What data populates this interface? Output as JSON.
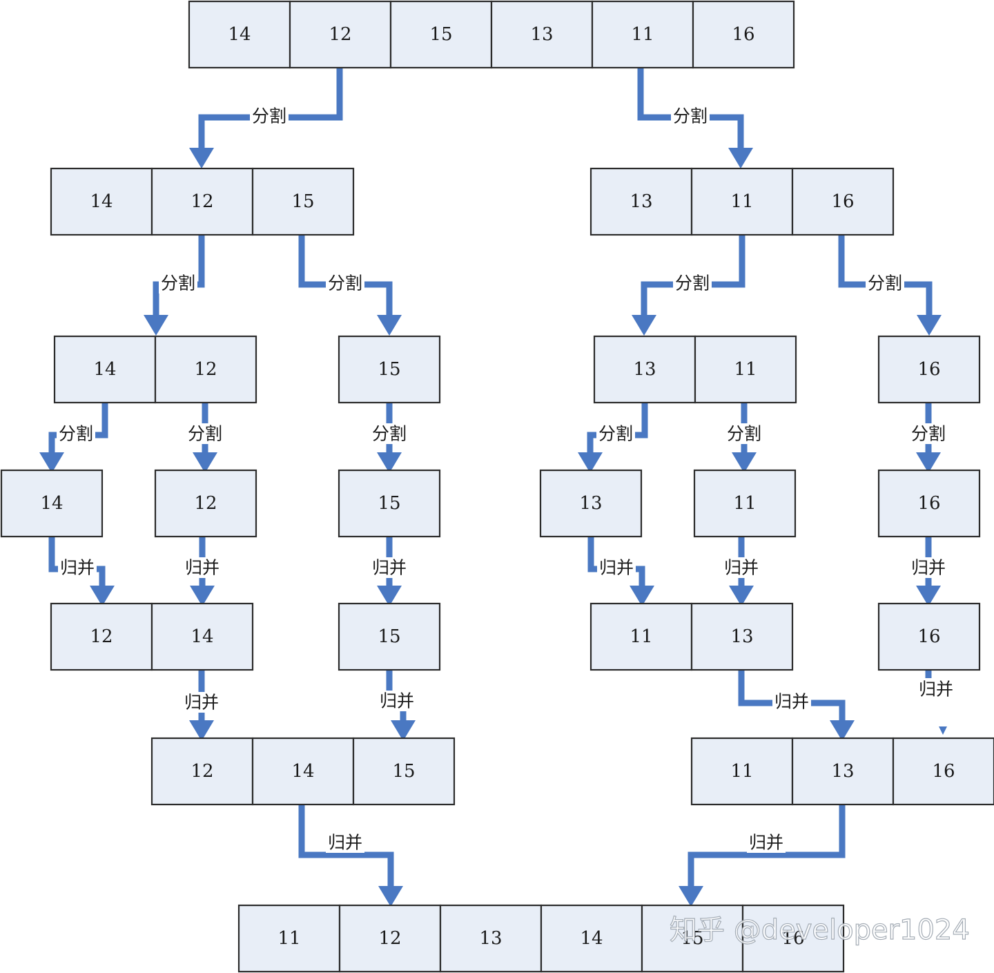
{
  "labels": {
    "split": "分割",
    "merge": "归并"
  },
  "colors": {
    "cell_fill": "#e8eef7",
    "cell_border": "#2b2b2b",
    "arrow": "#4a78c2"
  },
  "watermark": "知乎 @developer1024",
  "rows": [
    {
      "id": "level-0-split",
      "groups": [
        [
          "14",
          "12",
          "15",
          "13",
          "11",
          "16"
        ]
      ]
    },
    {
      "id": "level-1-split",
      "groups": [
        [
          "14",
          "12",
          "15"
        ],
        [
          "13",
          "11",
          "16"
        ]
      ]
    },
    {
      "id": "level-2-split",
      "groups": [
        [
          "14",
          "12"
        ],
        [
          "15"
        ],
        [
          "13",
          "11"
        ],
        [
          "16"
        ]
      ]
    },
    {
      "id": "level-3-single",
      "groups": [
        [
          "14"
        ],
        [
          "12"
        ],
        [
          "15"
        ],
        [
          "13"
        ],
        [
          "11"
        ],
        [
          "16"
        ]
      ]
    },
    {
      "id": "level-4-merge",
      "groups": [
        [
          "12",
          "14"
        ],
        [
          "15"
        ],
        [
          "11",
          "13"
        ],
        [
          "16"
        ]
      ]
    },
    {
      "id": "level-5-merge",
      "groups": [
        [
          "12",
          "14",
          "15"
        ],
        [
          "11",
          "13",
          "16"
        ]
      ]
    },
    {
      "id": "level-6-merge",
      "groups": [
        [
          "11",
          "12",
          "13",
          "14",
          "15",
          "16"
        ]
      ]
    }
  ]
}
